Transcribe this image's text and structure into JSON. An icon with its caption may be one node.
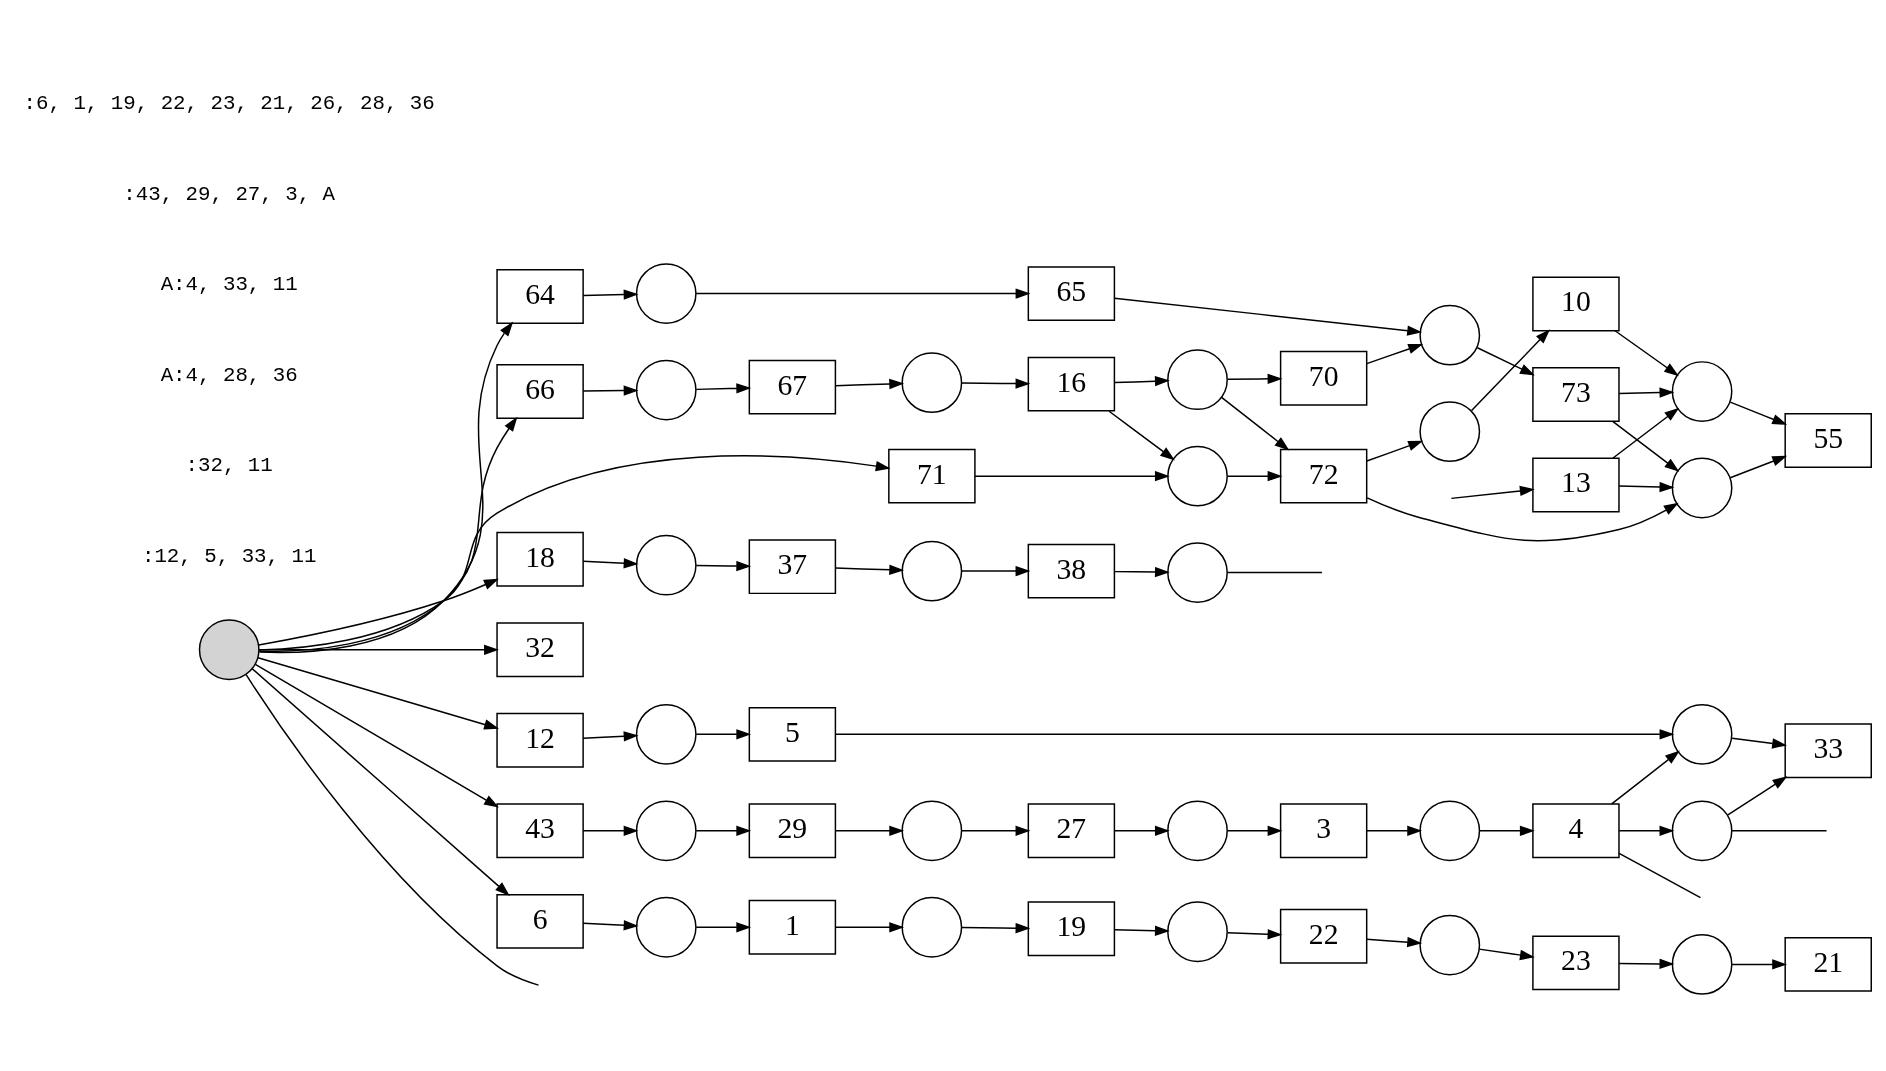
{
  "diagram": {
    "nodes": [
      {
        "text": [],
        "shape": "circle"
      },
      {
        "text": [
          "71"
        ]
      },
      {
        "text": [],
        "shape": "circle"
      },
      {
        "text": [
          "72"
        ]
      },
      {
        "text": [],
        "shape": "circle"
      },
      {
        "text": [
          "13"
        ]
      },
      {
        "text": [],
        "shape": "circle"
      },
      {
        "text": [
          "66"
        ]
      },
      {
        "text": [],
        "shape": "circle"
      },
      {
        "text": [
          "67"
        ]
      },
      {
        "text": [],
        "shape": "circle"
      },
      {
        "text": [
          "16"
        ]
      },
      {
        "text": [],
        "shape": "circle"
      },
      {
        "text": [
          "70"
        ]
      },
      {
        "text": [],
        "shape": "circle"
      },
      {
        "text": [
          "73"
        ]
      },
      {
        "text": [],
        "shape": "circle"
      },
      {
        "text": [
          "55"
        ]
      },
      {
        "text": [
          "64"
        ]
      },
      {
        "text": [],
        "shape": "circle"
      },
      {
        "text": [
          "65"
        ]
      },
      {
        "text": [
          "10"
        ]
      },
      {
        "text": [
          "18"
        ]
      },
      {
        "text": [],
        "shape": "circle"
      },
      {
        "text": [
          "37"
        ]
      },
      {
        "text": [],
        "shape": "circle"
      },
      {
        "text": [
          "38"
        ]
      },
      {
        "text": [],
        "shape": "circle"
      },
      {
        "text": [
          "32"
        ]
      },
      {
        "text": [
          "12"
        ]
      },
      {
        "text": [],
        "shape": "circle"
      },
      {
        "text": [
          "5"
        ]
      },
      {
        "text": [],
        "shape": "circle"
      },
      {
        "text": [
          "33"
        ]
      },
      {
        "text": [
          "43"
        ]
      },
      {
        "text": [],
        "shape": "circle"
      },
      {
        "text": [
          "29"
        ]
      },
      {
        "text": [],
        "shape": "circle"
      },
      {
        "text": [
          "27"
        ]
      },
      {
        "text": [],
        "shape": "circle"
      },
      {
        "text": [
          "3"
        ]
      },
      {
        "text": [],
        "shape": "circle"
      },
      {
        "text": [
          "4"
        ]
      },
      {
        "text": [],
        "shape": "circle"
      },
      {
        "text": [
          "6"
        ]
      },
      {
        "text": [],
        "shape": "circle"
      },
      {
        "text": [
          "1"
        ]
      },
      {
        "text": [],
        "shape": "circle"
      },
      {
        "text": [
          "19"
        ]
      },
      {
        "text": [],
        "shape": "circle"
      },
      {
        "text": [
          "22"
        ]
      },
      {
        "text": [],
        "shape": "circle"
      },
      {
        "text": [
          "23"
        ]
      },
      {
        "text": [],
        "shape": "circle"
      },
      {
        "text": [
          "21"
        ]
      }
    ],
    "edges": [
      {
        "from": 0,
        "to": null,
        "arrow": "none"
      },
      {
        "from": 0,
        "to": 1,
        "arrow": "to"
      },
      {
        "from": 0,
        "to": 7,
        "arrow": "to"
      },
      {
        "from": 0,
        "to": 18,
        "arrow": "to"
      },
      {
        "from": 0,
        "to": 22,
        "arrow": "to"
      },
      {
        "from": 0,
        "to": 28,
        "arrow": "to"
      },
      {
        "from": 0,
        "to": 29,
        "arrow": "to"
      },
      {
        "from": 0,
        "to": 34,
        "arrow": "to"
      },
      {
        "from": 0,
        "to": 44,
        "arrow": "to"
      },
      {
        "from": 1,
        "to": 2,
        "arrow": "to"
      },
      {
        "from": 11,
        "to": 2,
        "arrow": "to"
      },
      {
        "from": 11,
        "to": 12,
        "arrow": "to"
      },
      {
        "from": 2,
        "to": 3,
        "arrow": "to"
      },
      {
        "from": 12,
        "to": 3,
        "arrow": "to"
      },
      {
        "from": 12,
        "to": 13,
        "arrow": "to"
      },
      {
        "from": 3,
        "to": 4,
        "arrow": "to"
      },
      {
        "from": 3,
        "to": 6,
        "arrow": "to"
      },
      {
        "from": null,
        "to": 5,
        "arrow": "to"
      },
      {
        "from": 4,
        "to": 21,
        "arrow": "to"
      },
      {
        "from": 13,
        "to": 14,
        "arrow": "to"
      },
      {
        "from": 14,
        "to": 15,
        "arrow": "to"
      },
      {
        "from": 20,
        "to": 14,
        "arrow": "to"
      },
      {
        "from": 5,
        "to": 6,
        "arrow": "to"
      },
      {
        "from": 5,
        "to": 16,
        "arrow": "to"
      },
      {
        "from": 15,
        "to": 6,
        "arrow": "to"
      },
      {
        "from": 15,
        "to": 16,
        "arrow": "to"
      },
      {
        "from": 21,
        "to": 16,
        "arrow": "to"
      },
      {
        "from": 6,
        "to": 17,
        "arrow": "to"
      },
      {
        "from": 16,
        "to": 17,
        "arrow": "to"
      },
      {
        "from": 7,
        "to": 8,
        "arrow": "to"
      },
      {
        "from": 8,
        "to": 9,
        "arrow": "to"
      },
      {
        "from": 9,
        "to": 10,
        "arrow": "to"
      },
      {
        "from": 10,
        "to": 11,
        "arrow": "to"
      },
      {
        "from": 18,
        "to": 19,
        "arrow": "to"
      },
      {
        "from": 19,
        "to": 20,
        "arrow": "to"
      },
      {
        "from": 22,
        "to": 23,
        "arrow": "to"
      },
      {
        "from": 23,
        "to": 24,
        "arrow": "to"
      },
      {
        "from": 24,
        "to": 25,
        "arrow": "to"
      },
      {
        "from": 25,
        "to": 26,
        "arrow": "to"
      },
      {
        "from": 26,
        "to": 27,
        "arrow": "to"
      },
      {
        "from": 27,
        "to": null,
        "arrow": "none"
      },
      {
        "from": 29,
        "to": 30,
        "arrow": "to"
      },
      {
        "from": 30,
        "to": 31,
        "arrow": "to"
      },
      {
        "from": 31,
        "to": 32,
        "arrow": "to"
      },
      {
        "from": 32,
        "to": 33,
        "arrow": "to"
      },
      {
        "from": 43,
        "to": 33,
        "arrow": "to"
      },
      {
        "from": 42,
        "to": 32,
        "arrow": "to"
      },
      {
        "from": 34,
        "to": 35,
        "arrow": "to"
      },
      {
        "from": 35,
        "to": 36,
        "arrow": "to"
      },
      {
        "from": 36,
        "to": 37,
        "arrow": "to"
      },
      {
        "from": 37,
        "to": 38,
        "arrow": "to"
      },
      {
        "from": 38,
        "to": 39,
        "arrow": "to"
      },
      {
        "from": 39,
        "to": 40,
        "arrow": "to"
      },
      {
        "from": 40,
        "to": 41,
        "arrow": "to"
      },
      {
        "from": 41,
        "to": 42,
        "arrow": "to"
      },
      {
        "from": 42,
        "to": 43,
        "arrow": "to"
      },
      {
        "from": 43,
        "to": null,
        "arrow": "none"
      },
      {
        "from": 42,
        "to": null,
        "arrow": "none"
      },
      {
        "from": 44,
        "to": 45,
        "arrow": "to"
      },
      {
        "from": 45,
        "to": 46,
        "arrow": "to"
      },
      {
        "from": 46,
        "to": 47,
        "arrow": "to"
      },
      {
        "from": 47,
        "to": 48,
        "arrow": "to"
      },
      {
        "from": 48,
        "to": 49,
        "arrow": "to"
      },
      {
        "from": 49,
        "to": 50,
        "arrow": "to"
      },
      {
        "from": 50,
        "to": 51,
        "arrow": "to"
      },
      {
        "from": 51,
        "to": 52,
        "arrow": "to"
      },
      {
        "from": 52,
        "to": 53,
        "arrow": "to"
      },
      {
        "from": 53,
        "to": 54,
        "arrow": "to"
      }
    ],
    "labels": [
      ":6, 1, 19, 22, 23, 21, 26, 28, 36",
      ":43, 29, 27, 3, A",
      "A:4, 33, 11",
      "A:4, 28, 36",
      ":32, 11",
      ":12, 5, 33, 11"
    ]
  }
}
